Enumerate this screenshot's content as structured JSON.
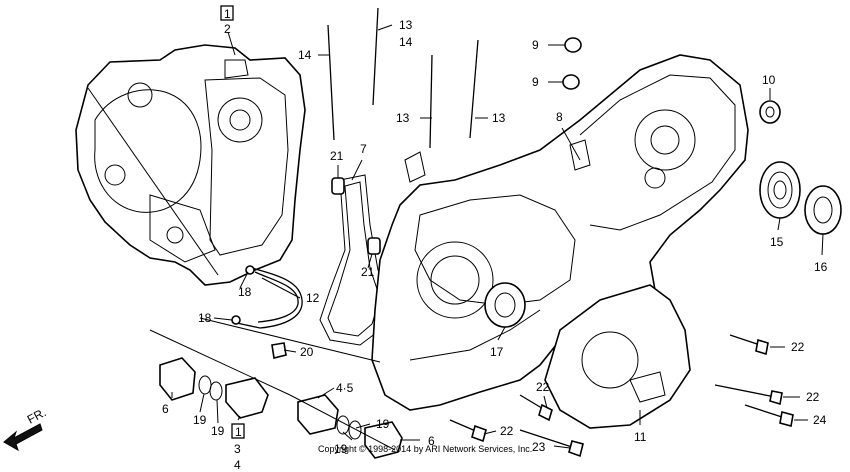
{
  "diagram": {
    "callouts": [
      {
        "id": "c1",
        "text": "1"
      },
      {
        "id": "c2",
        "text": "2"
      },
      {
        "id": "c3",
        "text": "3"
      },
      {
        "id": "c4",
        "text": "4"
      },
      {
        "id": "c45",
        "text": "4·5"
      },
      {
        "id": "c6a",
        "text": "6"
      },
      {
        "id": "c6b",
        "text": "6"
      },
      {
        "id": "c7",
        "text": "7"
      },
      {
        "id": "c8",
        "text": "8"
      },
      {
        "id": "c9a",
        "text": "9"
      },
      {
        "id": "c9b",
        "text": "9"
      },
      {
        "id": "c10",
        "text": "10"
      },
      {
        "id": "c11",
        "text": "11"
      },
      {
        "id": "c12",
        "text": "12"
      },
      {
        "id": "c13a",
        "text": "13"
      },
      {
        "id": "c13b",
        "text": "13"
      },
      {
        "id": "c13c",
        "text": "13"
      },
      {
        "id": "c14a",
        "text": "14"
      },
      {
        "id": "c14b",
        "text": "14"
      },
      {
        "id": "c15",
        "text": "15"
      },
      {
        "id": "c16",
        "text": "16"
      },
      {
        "id": "c17",
        "text": "17"
      },
      {
        "id": "c18a",
        "text": "18"
      },
      {
        "id": "c18b",
        "text": "18"
      },
      {
        "id": "c19a",
        "text": "19"
      },
      {
        "id": "c19b",
        "text": "19"
      },
      {
        "id": "c19c",
        "text": "19"
      },
      {
        "id": "c19d",
        "text": "19"
      },
      {
        "id": "c20",
        "text": "20"
      },
      {
        "id": "c21a",
        "text": "21"
      },
      {
        "id": "c21b",
        "text": "21"
      },
      {
        "id": "c22a",
        "text": "22"
      },
      {
        "id": "c22b",
        "text": "22"
      },
      {
        "id": "c22c",
        "text": "22"
      },
      {
        "id": "c22d",
        "text": "22"
      },
      {
        "id": "c23",
        "text": "23"
      },
      {
        "id": "c24",
        "text": "24"
      }
    ],
    "boxed_markers": [
      "1",
      "1"
    ],
    "direction_label": "FR.",
    "copyright": "Copyright © 1998-2014 by ARI Network Services, Inc."
  }
}
